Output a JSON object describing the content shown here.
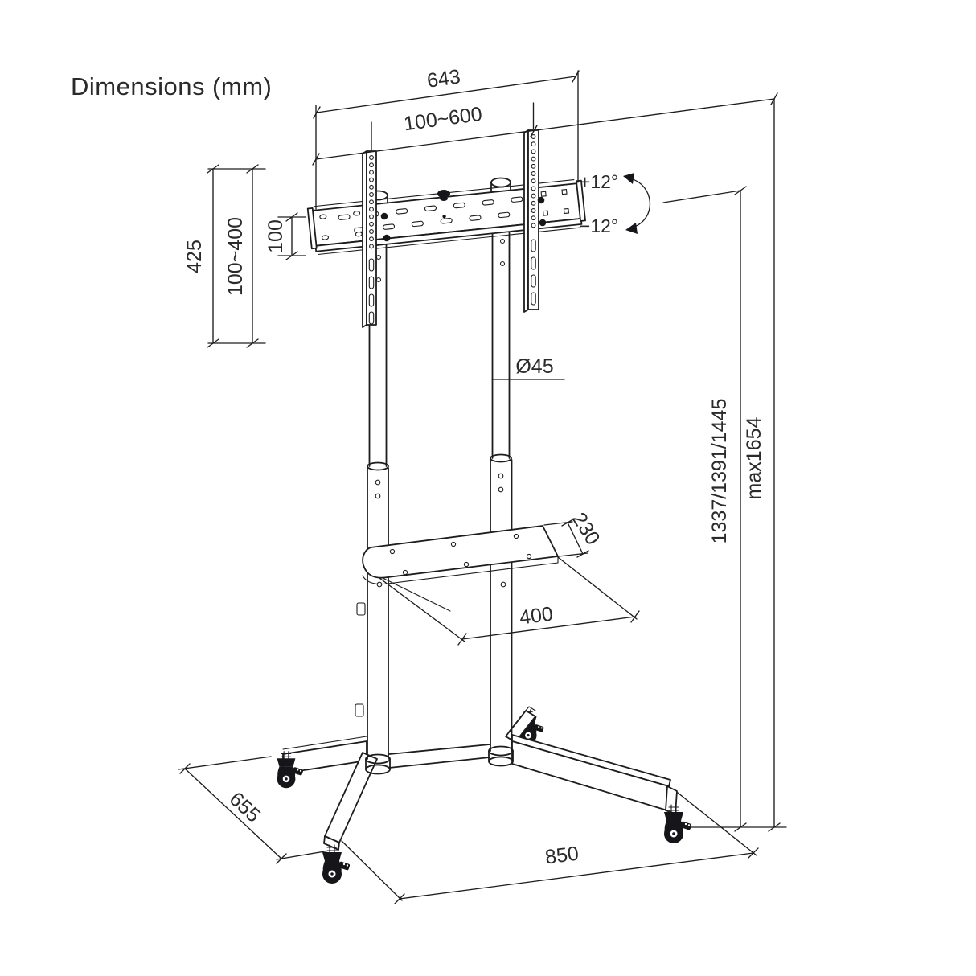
{
  "page": {
    "title": "Dimensions (mm)",
    "background": "#ffffff",
    "line_color": "#1d1d1f",
    "text_color": "#2a2a2a"
  },
  "dimensions": {
    "bracket_total_width": "643",
    "mount_width_range": "100~600",
    "bracket_height": "425",
    "vesa_height_range": "100~400",
    "plate_height": "100",
    "tilt_up": "+12°",
    "tilt_down": "−12°",
    "pole_diameter": "Ø45",
    "shelf_depth": "230",
    "shelf_width": "400",
    "height_options": "1337/1391/1445",
    "max_height": "max1654",
    "base_depth": "655",
    "base_width": "850"
  }
}
